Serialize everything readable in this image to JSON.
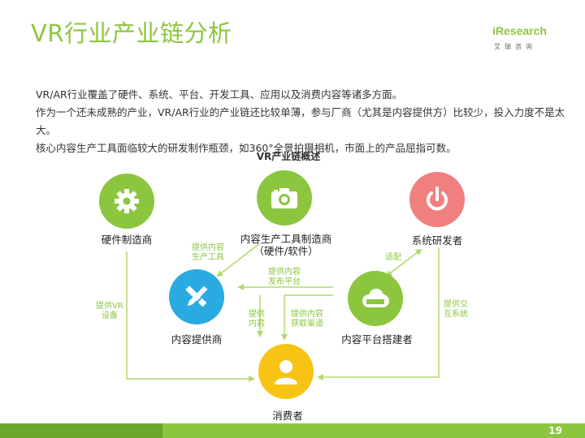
{
  "title": "VR行业产业链分析",
  "logo": {
    "main": "iResearch",
    "sub": "艾瑞咨询"
  },
  "paragraphs": [
    "VR/AR行业覆盖了硬件、系统、平台、开发工具、应用以及消费内容等诸多方面。",
    "作为一个还未成熟的产业，VR/AR行业的产业链还比较单薄，参与厂商（尤其是内容提供方）比较少，投入力度不是太",
    "大。",
    "核心内容生产工具面临较大的研发制作瓶颈，如360°全景拍摄相机，市面上的产品屈指可数。"
  ],
  "diagram": {
    "title": "VR产业链概述",
    "nodes": {
      "hardware": {
        "label": "硬件制造商",
        "icon": "gear-icon",
        "color": "#8cc63f"
      },
      "content_tools": {
        "label": "内容生产工具制造商",
        "label2": "（硬件/软件）",
        "icon": "camera-icon",
        "color": "#8cc63f"
      },
      "system": {
        "label": "系统研发者",
        "icon": "power-icon",
        "color": "#f08080"
      },
      "content_provider": {
        "label": "内容提供商",
        "icon": "pen-tools-icon",
        "color": "#29abe2"
      },
      "platform": {
        "label": "内容平台搭建者",
        "icon": "cloud-icon",
        "color": "#8cc63f"
      },
      "consumer": {
        "label": "消费者",
        "icon": "user-icon",
        "color": "#f7c415"
      }
    },
    "edges": {
      "tools_to_provider": [
        "提供内容",
        "生产工具"
      ],
      "platform_to_provider": [
        "提供内容",
        "发布平台"
      ],
      "system_adapt": [
        "适配"
      ],
      "hardware_to_consumer": [
        "提供VR",
        "设备"
      ],
      "provider_to_consumer": [
        "提供",
        "内容"
      ],
      "platform_to_consumer": [
        "提供内容",
        "获取渠道"
      ],
      "system_to_consumer": [
        "提供交",
        "互系统"
      ]
    }
  },
  "page_number": "19",
  "colors": {
    "accent": "#8cc63f",
    "arrow": "#b5d96e"
  }
}
